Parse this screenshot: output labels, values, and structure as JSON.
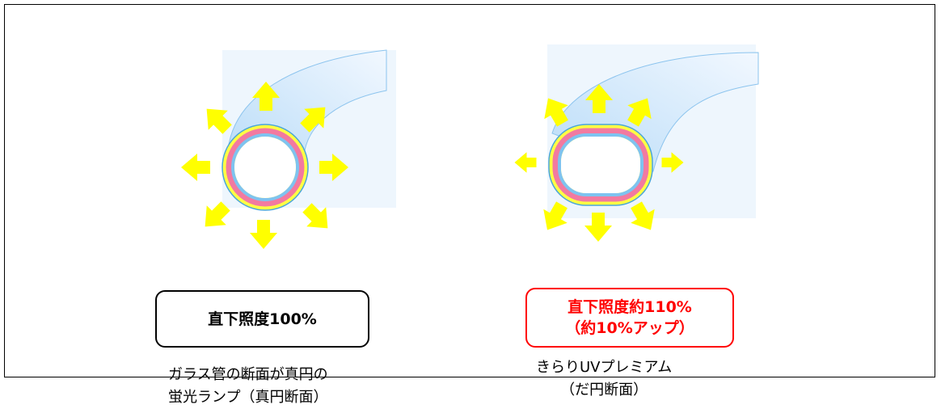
{
  "left_panel": {
    "badge_text": "直下照度100%",
    "caption_line1": "ガラス管の断面が真円の",
    "caption_line2": "蛍光ランプ（真円断面）"
  },
  "right_panel": {
    "badge_line1": "直下照度約110%",
    "badge_line2": "（約10%アップ）",
    "caption_line1": "きらりUVプレミアム",
    "caption_line2": "（だ円断面）"
  },
  "colors": {
    "arrow": "#ffff00",
    "beam": "#cfe6fb",
    "outer_ring": "#ffff33",
    "middle_ring": "#f27aa0",
    "inner_ring": "#7ec3f0",
    "highlight": "#ff0000"
  }
}
